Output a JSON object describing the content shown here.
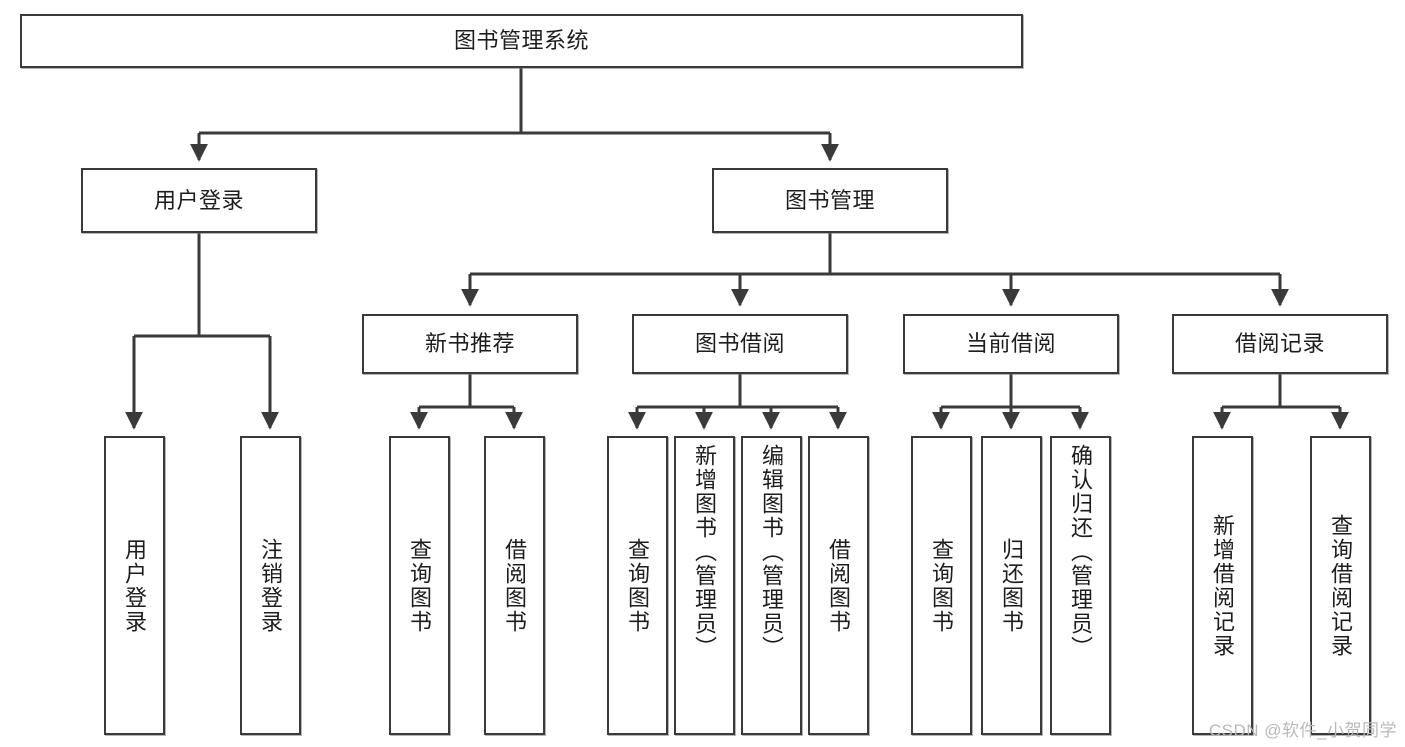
{
  "diagram": {
    "title": "图书管理系统",
    "type": "tree-hierarchy-chart",
    "watermark": "CSDN @软件_小贺同学",
    "colors": {
      "border": "#3a3a3a",
      "background": "#ffffff",
      "text": "#1d1d1d",
      "watermark": "#b9b9b9"
    },
    "nodes": {
      "root": {
        "label": "图书管理系统"
      },
      "level2": [
        {
          "label": "用户登录"
        },
        {
          "label": "图书管理"
        }
      ],
      "level3": [
        {
          "label": "新书推荐"
        },
        {
          "label": "图书借阅"
        },
        {
          "label": "当前借阅"
        },
        {
          "label": "借阅记录"
        }
      ],
      "leaves": {
        "user_login": [
          {
            "label": "用户登录"
          },
          {
            "label": "注销登录"
          }
        ],
        "new_book_recommend": [
          {
            "label": "查询图书"
          },
          {
            "label": "借阅图书"
          }
        ],
        "book_borrow": [
          {
            "label": "查询图书"
          },
          {
            "label": "新增图书（管理员）"
          },
          {
            "label": "编辑图书（管理员）"
          },
          {
            "label": "借阅图书"
          }
        ],
        "current_borrow": [
          {
            "label": "查询图书"
          },
          {
            "label": "归还图书"
          },
          {
            "label": "确认归还（管理员）"
          }
        ],
        "borrow_record": [
          {
            "label": "新增借阅记录"
          },
          {
            "label": "查询借阅记录"
          }
        ]
      }
    }
  }
}
